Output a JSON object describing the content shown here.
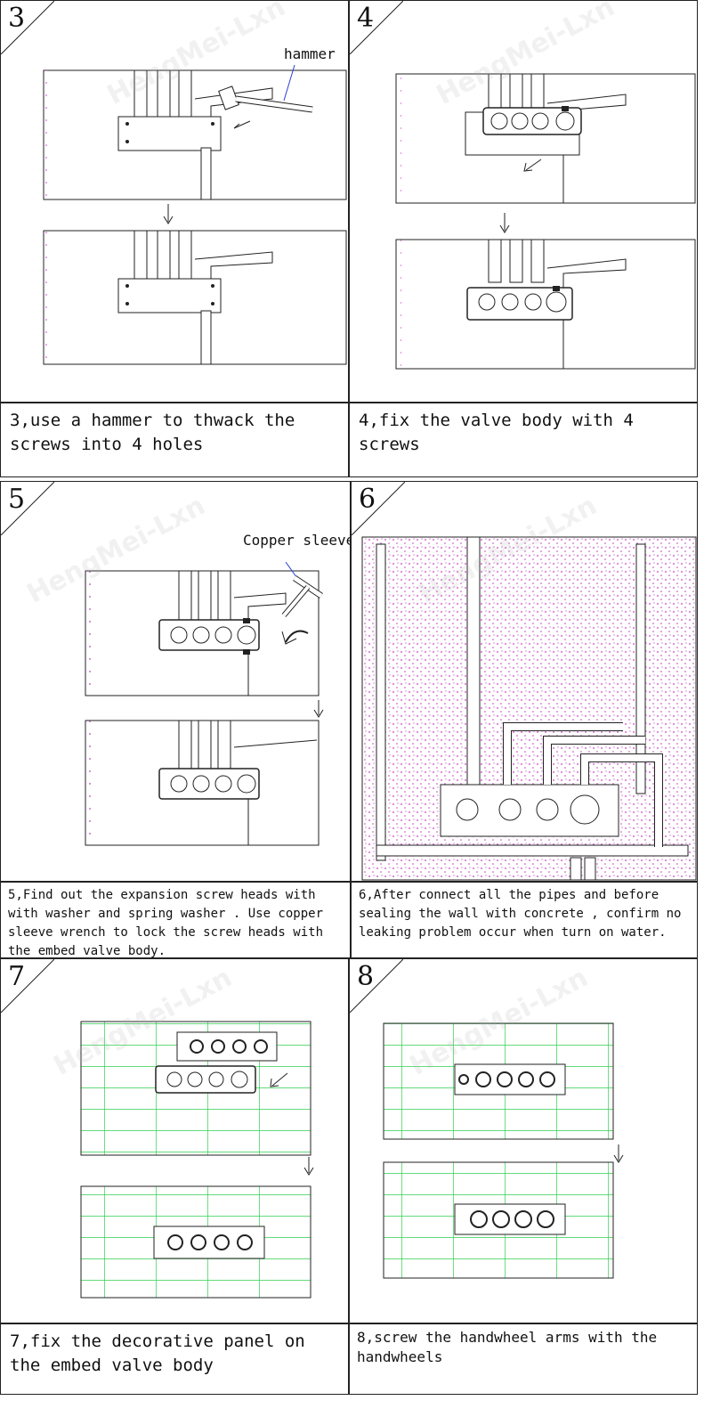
{
  "watermark": "HengMei-Lxn",
  "steps": [
    {
      "number": "3",
      "caption": "3,use a hammer to thwack the screws into 4 holes",
      "label": "hammer"
    },
    {
      "number": "4",
      "caption": "4,fix the valve body with 4 screws"
    },
    {
      "number": "5",
      "caption": "5,Find out the expansion screw heads with with washer and spring washer .  Use copper sleeve wrench to lock the screw heads with the embed valve body.",
      "label": "Copper sleeve"
    },
    {
      "number": "6",
      "caption": "6,After connect all the pipes and before sealing the wall with concrete ,  confirm no leaking problem occur when turn on water."
    },
    {
      "number": "7",
      "caption": "7,fix the decorative panel on the embed valve body"
    },
    {
      "number": "8",
      "caption": "8,screw the handwheel arms with the handwheels"
    }
  ],
  "colors": {
    "line": "#222222",
    "speckle": "#c23fc2",
    "tile_grid": "#2fcf4f"
  }
}
